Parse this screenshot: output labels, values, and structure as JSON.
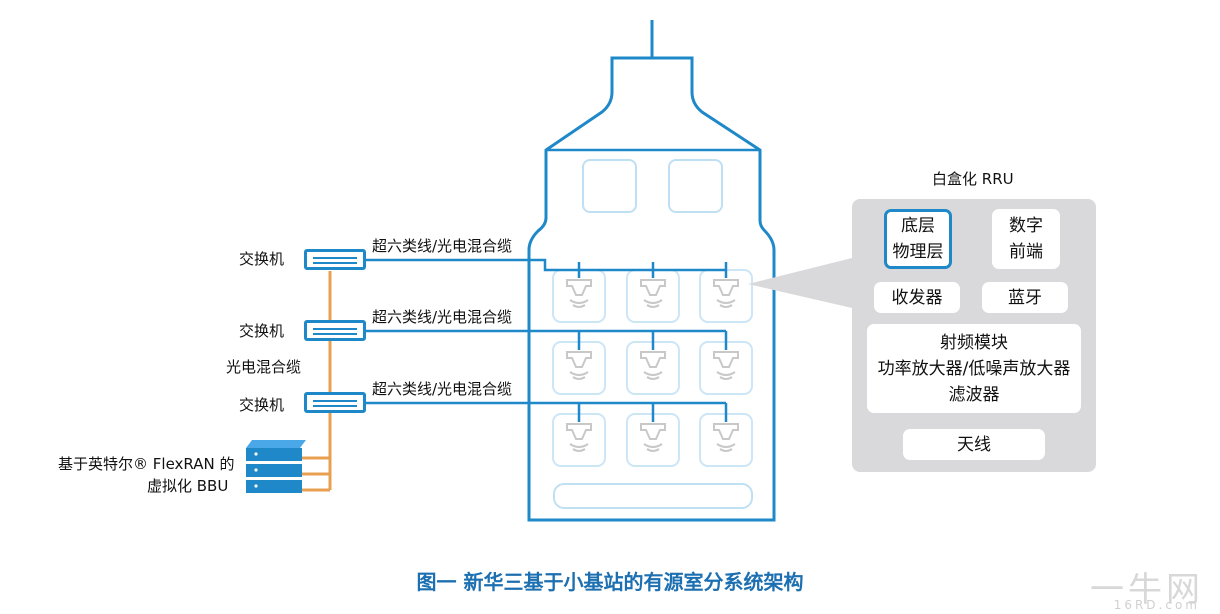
{
  "labels": {
    "switch_1": "交换机",
    "switch_2": "交换机",
    "switch_3": "交换机",
    "hybrid_cable_vertical": "光电混合缆",
    "bbu_line1": "基于英特尔® FlexRAN 的",
    "bbu_line2": "虚拟化 BBU",
    "cable_1": "超六类线/光电混合缆",
    "cable_2": "超六类线/光电混合缆",
    "cable_3": "超六类线/光电混合缆"
  },
  "rru": {
    "title": "白盒化 RRU",
    "baseband_line1": "底层",
    "baseband_line2": "物理层",
    "digital_line1": "数字",
    "digital_line2": "前端",
    "transceiver": "收发器",
    "bluetooth": "蓝牙",
    "rf_line1": "射频模块",
    "rf_line2": "功率放大器/低噪声放大器",
    "rf_line3": "滤波器",
    "antenna": "天线"
  },
  "caption": {
    "prefix": "图一",
    "text": "新华三基于小基站的有源室分系统架构"
  },
  "watermark": {
    "main": "一牛网",
    "sub": "16RD.com"
  },
  "colors": {
    "blue": "#1e88c8",
    "light_blue": "#bfe0f3",
    "orange": "#e8a050",
    "panel_gray": "#d9d9db",
    "caption_blue": "#1c6fb0"
  }
}
